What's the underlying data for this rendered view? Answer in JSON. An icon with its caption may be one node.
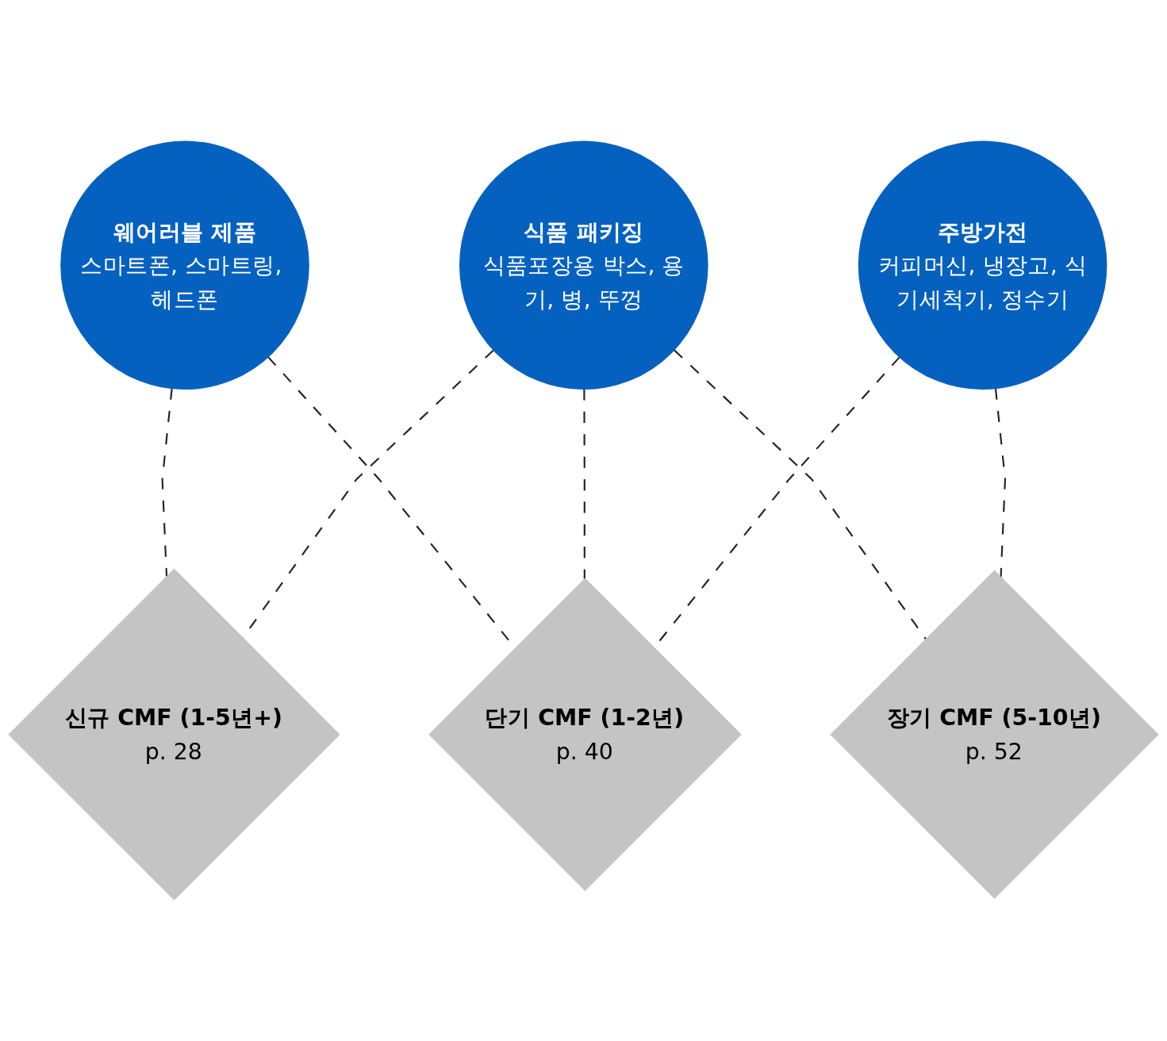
{
  "diagram": {
    "nodes": [
      {
        "text": [
          "웨어러블 제품",
          "스마트폰, 스마트링, 헤드폰"
        ]
      },
      {
        "text": [
          "식품 패키징",
          "식품포장용 박스, 용기, 병, 뚜껑"
        ]
      },
      {
        "text": [
          "주방가전",
          "커피머신, 냉장고, 식기세척기, 정수기"
        ]
      },
      {
        "text": [
          "신규 CMF (1-5년+)",
          "p. 28"
        ]
      },
      {
        "text": [
          "단기 CMF (1-2년)",
          "p. 40"
        ]
      },
      {
        "text": [
          "장기 CMF (5-10년)",
          "p. 52"
        ]
      }
    ],
    "edges": [
      {
        "from": 0,
        "to": 3,
        "arrow": "none",
        "style": "dashed"
      },
      {
        "from": 0,
        "to": 4,
        "arrow": "none",
        "style": "dashed"
      },
      {
        "from": 1,
        "to": 3,
        "arrow": "none",
        "style": "dashed"
      },
      {
        "from": 1,
        "to": 4,
        "arrow": "none",
        "style": "dashed"
      },
      {
        "from": 1,
        "to": 5,
        "arrow": "none",
        "style": "dashed"
      },
      {
        "from": 2,
        "to": 4,
        "arrow": "none",
        "style": "dashed"
      },
      {
        "from": 2,
        "to": 5,
        "arrow": "none",
        "style": "dashed"
      }
    ]
  }
}
